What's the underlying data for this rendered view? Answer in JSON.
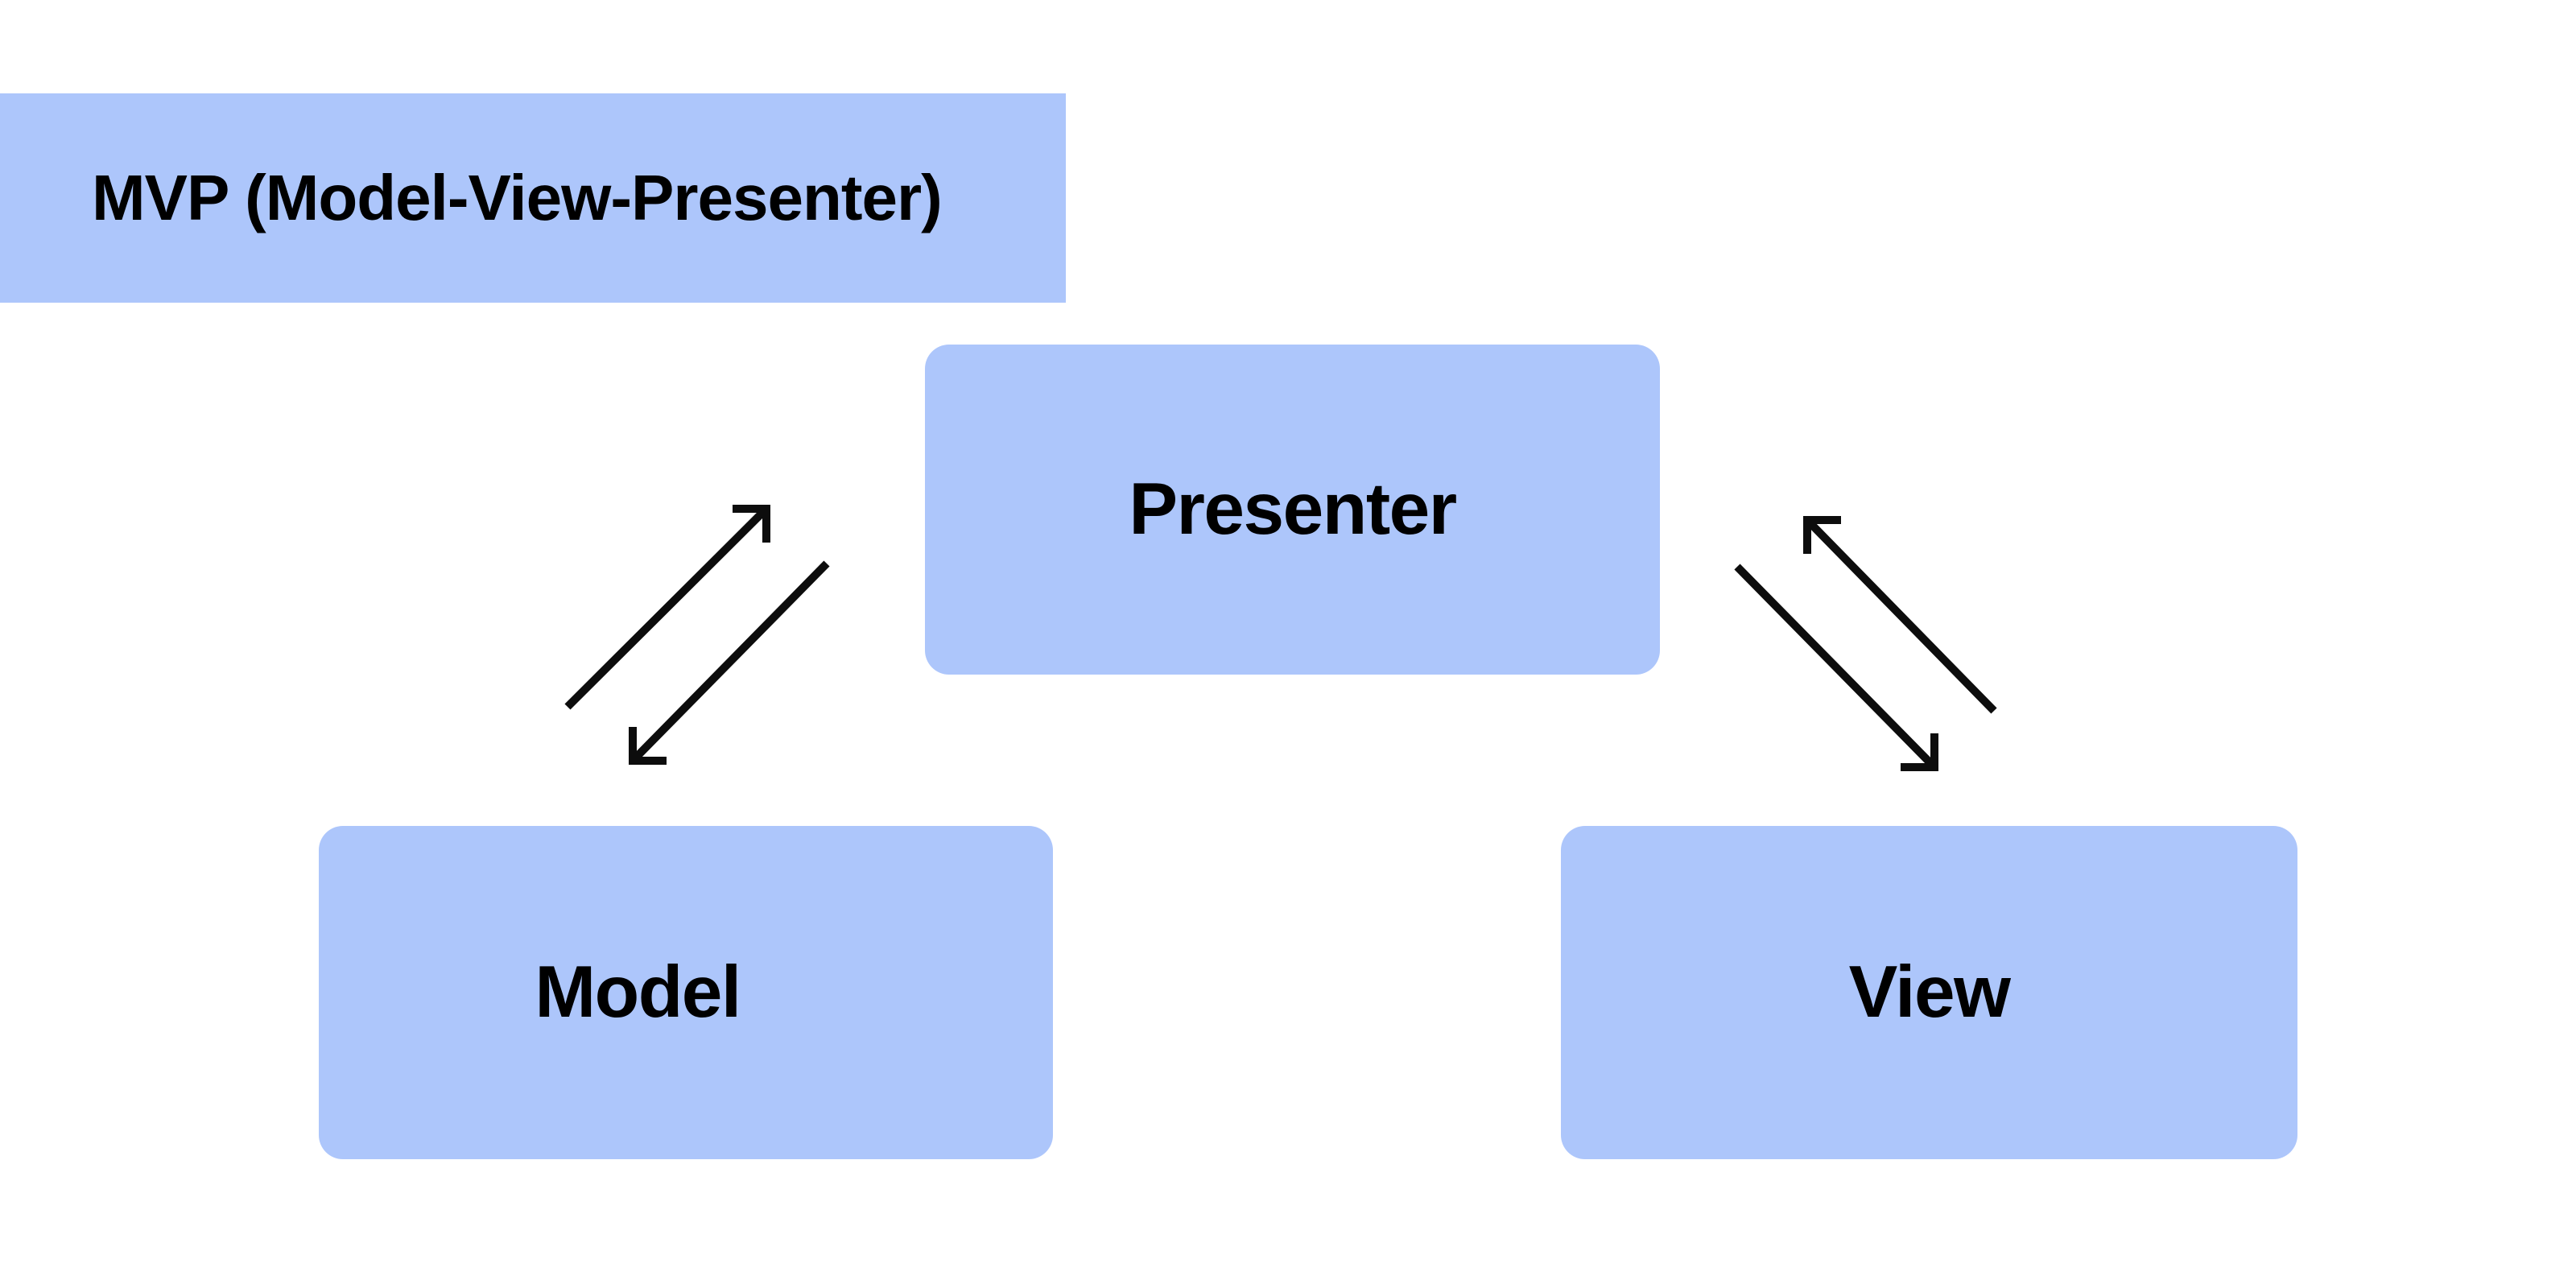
{
  "banner": {
    "title": "MVP (Model-View-Presenter)"
  },
  "nodes": {
    "presenter": {
      "label": "Presenter"
    },
    "model": {
      "label": "Model"
    },
    "view": {
      "label": "View"
    }
  },
  "edges": [
    {
      "between": [
        "Model",
        "Presenter"
      ],
      "direction": "bidirectional",
      "style": "two parallel diagonal arrows, one pointing up-right to Presenter, one pointing down-left to Model"
    },
    {
      "between": [
        "Presenter",
        "View"
      ],
      "direction": "bidirectional",
      "style": "two parallel diagonal arrows, one pointing up-left to Presenter, one pointing down-right to View"
    }
  ],
  "colors": {
    "background": "#ffffff",
    "shape_fill": "#adc6fb",
    "text": "#000000",
    "arrow": "#0d0d0d"
  }
}
